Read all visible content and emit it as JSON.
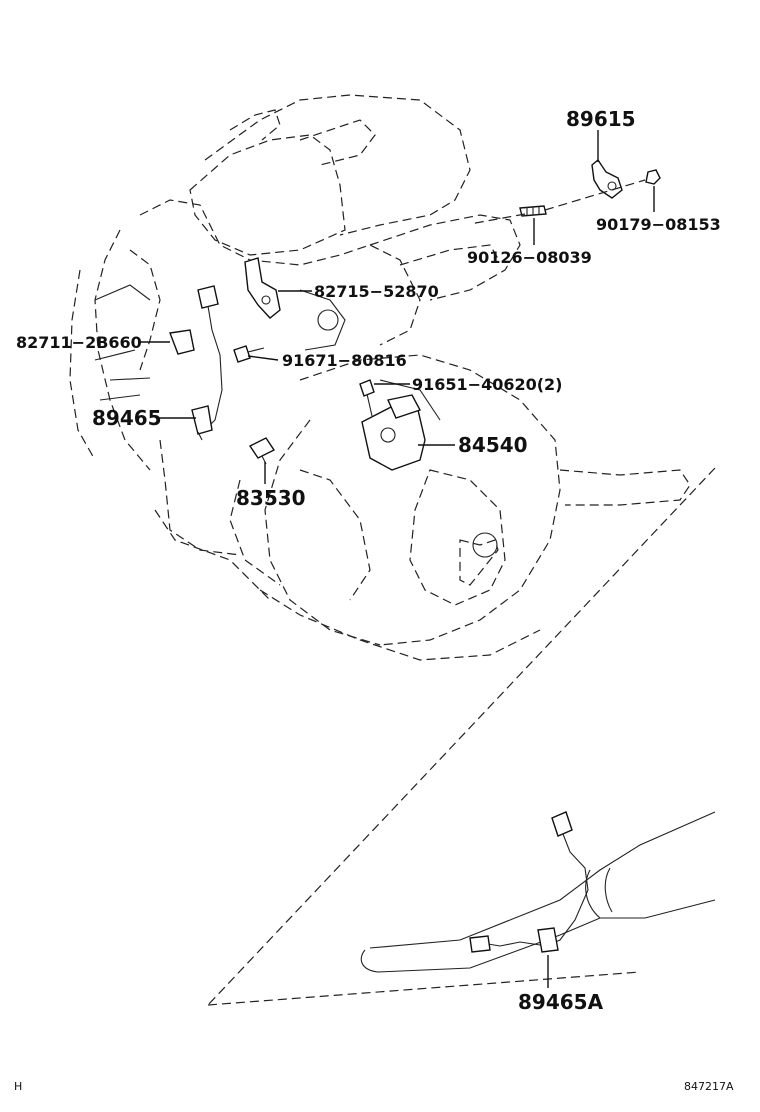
{
  "part_labels": {
    "p89615": "89615",
    "p90179": "90179−08153",
    "p90126": "90126−08039",
    "p82715": "82715−52870",
    "p82711": "82711−2B660",
    "p91671": "91671−80816",
    "p91651": "91651−40620(2)",
    "p89465": "89465",
    "p84540": "84540",
    "p83530": "83530",
    "p89465A": "89465A"
  },
  "footer": {
    "left": "H",
    "right": "847217A"
  }
}
